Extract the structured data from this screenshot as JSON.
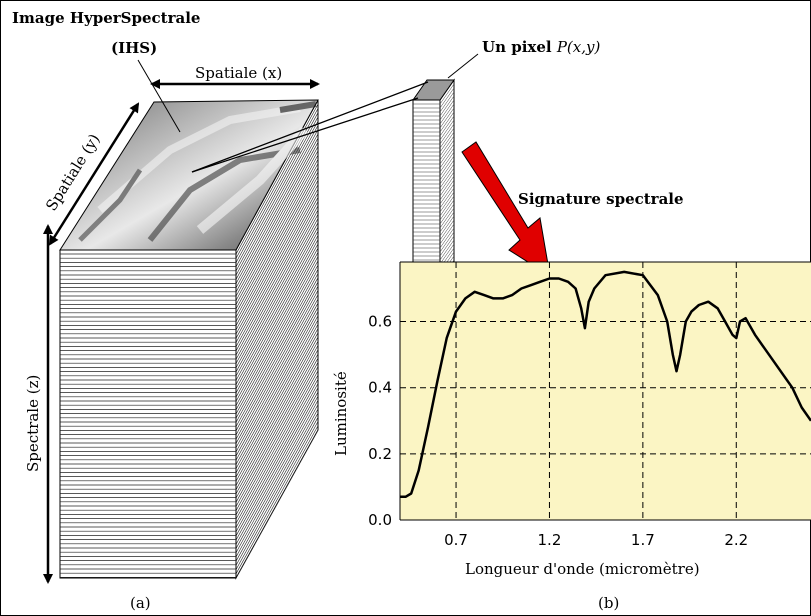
{
  "title_line1": "Image HyperSpectrale",
  "title_line2": "(IHS)",
  "spatial_x_label": "Spatiale (x)",
  "spatial_y_label": "Spatiale (y)",
  "spectral_z_label": "Spectrale (z)",
  "pixel_label_prefix": "Un pixel ",
  "pixel_label_math": "P(x,y)",
  "signature_label": "Signature spectrale",
  "panel_a_label": "(a)",
  "panel_b_label": "(b)",
  "colors": {
    "plot_background": "#fbf5c4",
    "arrow_red": "#e00000",
    "pixel_top": "#9a9a9a"
  },
  "chart_data": {
    "type": "line",
    "xlabel": "Longueur d'onde (micromètre)",
    "ylabel": "Luminosité",
    "x_ticks": [
      0.7,
      1.2,
      1.7,
      2.2
    ],
    "y_ticks": [
      0.0,
      0.2,
      0.4,
      0.6
    ],
    "xlim": [
      0.4,
      2.6
    ],
    "ylim": [
      0.0,
      0.78
    ],
    "grid": true,
    "series": [
      {
        "x": [
          0.4,
          0.43,
          0.46,
          0.5,
          0.55,
          0.6,
          0.65,
          0.7,
          0.75,
          0.8,
          0.85,
          0.9,
          0.95,
          1.0,
          1.05,
          1.1,
          1.15,
          1.2,
          1.25,
          1.3,
          1.34,
          1.37,
          1.39,
          1.41,
          1.44,
          1.5,
          1.6,
          1.7,
          1.78,
          1.83,
          1.86,
          1.88,
          1.9,
          1.93,
          1.96,
          2.0,
          2.05,
          2.1,
          2.14,
          2.18,
          2.2,
          2.22,
          2.25,
          2.3,
          2.4,
          2.5,
          2.55,
          2.6
        ],
        "y": [
          0.07,
          0.07,
          0.08,
          0.15,
          0.28,
          0.42,
          0.55,
          0.63,
          0.67,
          0.69,
          0.68,
          0.67,
          0.67,
          0.68,
          0.7,
          0.71,
          0.72,
          0.73,
          0.73,
          0.72,
          0.7,
          0.64,
          0.58,
          0.66,
          0.7,
          0.74,
          0.75,
          0.74,
          0.68,
          0.6,
          0.5,
          0.45,
          0.5,
          0.6,
          0.63,
          0.65,
          0.66,
          0.64,
          0.6,
          0.56,
          0.55,
          0.6,
          0.61,
          0.56,
          0.48,
          0.4,
          0.34,
          0.3
        ]
      }
    ]
  }
}
